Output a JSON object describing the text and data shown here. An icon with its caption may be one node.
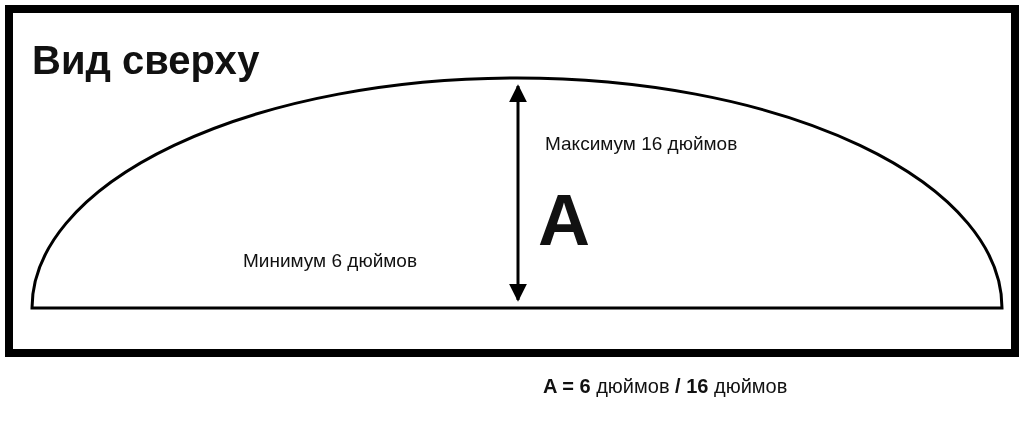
{
  "diagram": {
    "title": "Вид сверху",
    "labels": [
      "Максимум 16 дюймов",
      "A",
      "Минимум 6 дюймов",
      "**A = 6** дюймов **/ 16** дюймов"
    ]
  }
}
